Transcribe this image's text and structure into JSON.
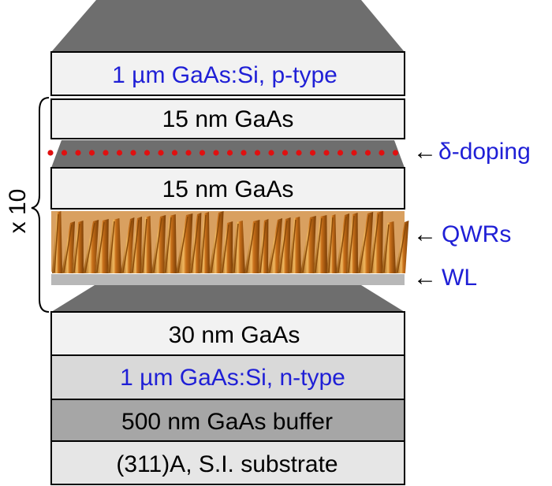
{
  "colors": {
    "trapezoid": "#6e6e6e",
    "layer_light": "#f2f2f2",
    "layer_mid": "#d9d9d9",
    "layer_buffer": "#a6a6a6",
    "outline": "#000000",
    "blue_text": "#1f1fd6",
    "black_text": "#000000",
    "delta_dots": "#e01010",
    "wetting_layer": "#b8b8b8",
    "wire_dark": "#8a4a08",
    "wire_mid": "#c9701a",
    "wire_light": "#f0b860"
  },
  "layers": {
    "top_ptype": "1 µm GaAs:Si, p-type",
    "spacer_upper": "15 nm GaAs",
    "spacer_lower": "15 nm GaAs",
    "cap_30nm": "30 nm GaAs",
    "ntype": "1 µm GaAs:Si, n-type",
    "buffer": "500 nm GaAs buffer",
    "substrate": "(311)A, S.I. substrate"
  },
  "labels": {
    "delta_doping": "δ-doping",
    "qwrs": "QWRs",
    "wl": "WL",
    "repeat": "x 10",
    "arrow": "←"
  }
}
